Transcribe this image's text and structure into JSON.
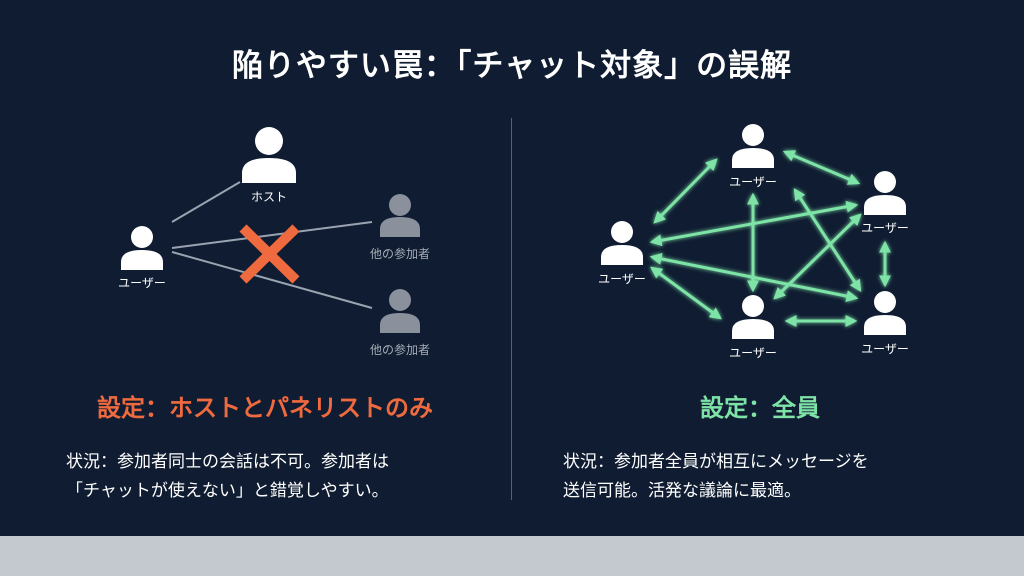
{
  "title": "陥りやすい罠：「チャット対象」の誤解",
  "left": {
    "host_label": "ホスト",
    "user_label": "ユーザー",
    "participant_labels": [
      "他の参加者",
      "他の参加者"
    ],
    "heading": "設定：ホストとパネリストのみ",
    "description_lines": [
      "状況：参加者同士の会話は不可。参加者は",
      "「チャットが使えない」と錯覚しやすい。"
    ]
  },
  "right": {
    "node_labels": [
      "ユーザー",
      "ユーザー",
      "ユーザー",
      "ユーザー",
      "ユーザー"
    ],
    "heading": "設定：全員",
    "description_lines": [
      "状況：参加者全員が相互にメッセージを",
      "送信可能。活発な議論に最適。"
    ]
  },
  "colors": {
    "background": "#0f1c31",
    "accent_orange": "#ef6a3e",
    "accent_green": "#7ee3a6",
    "inactive_gray": "#8a919c"
  }
}
